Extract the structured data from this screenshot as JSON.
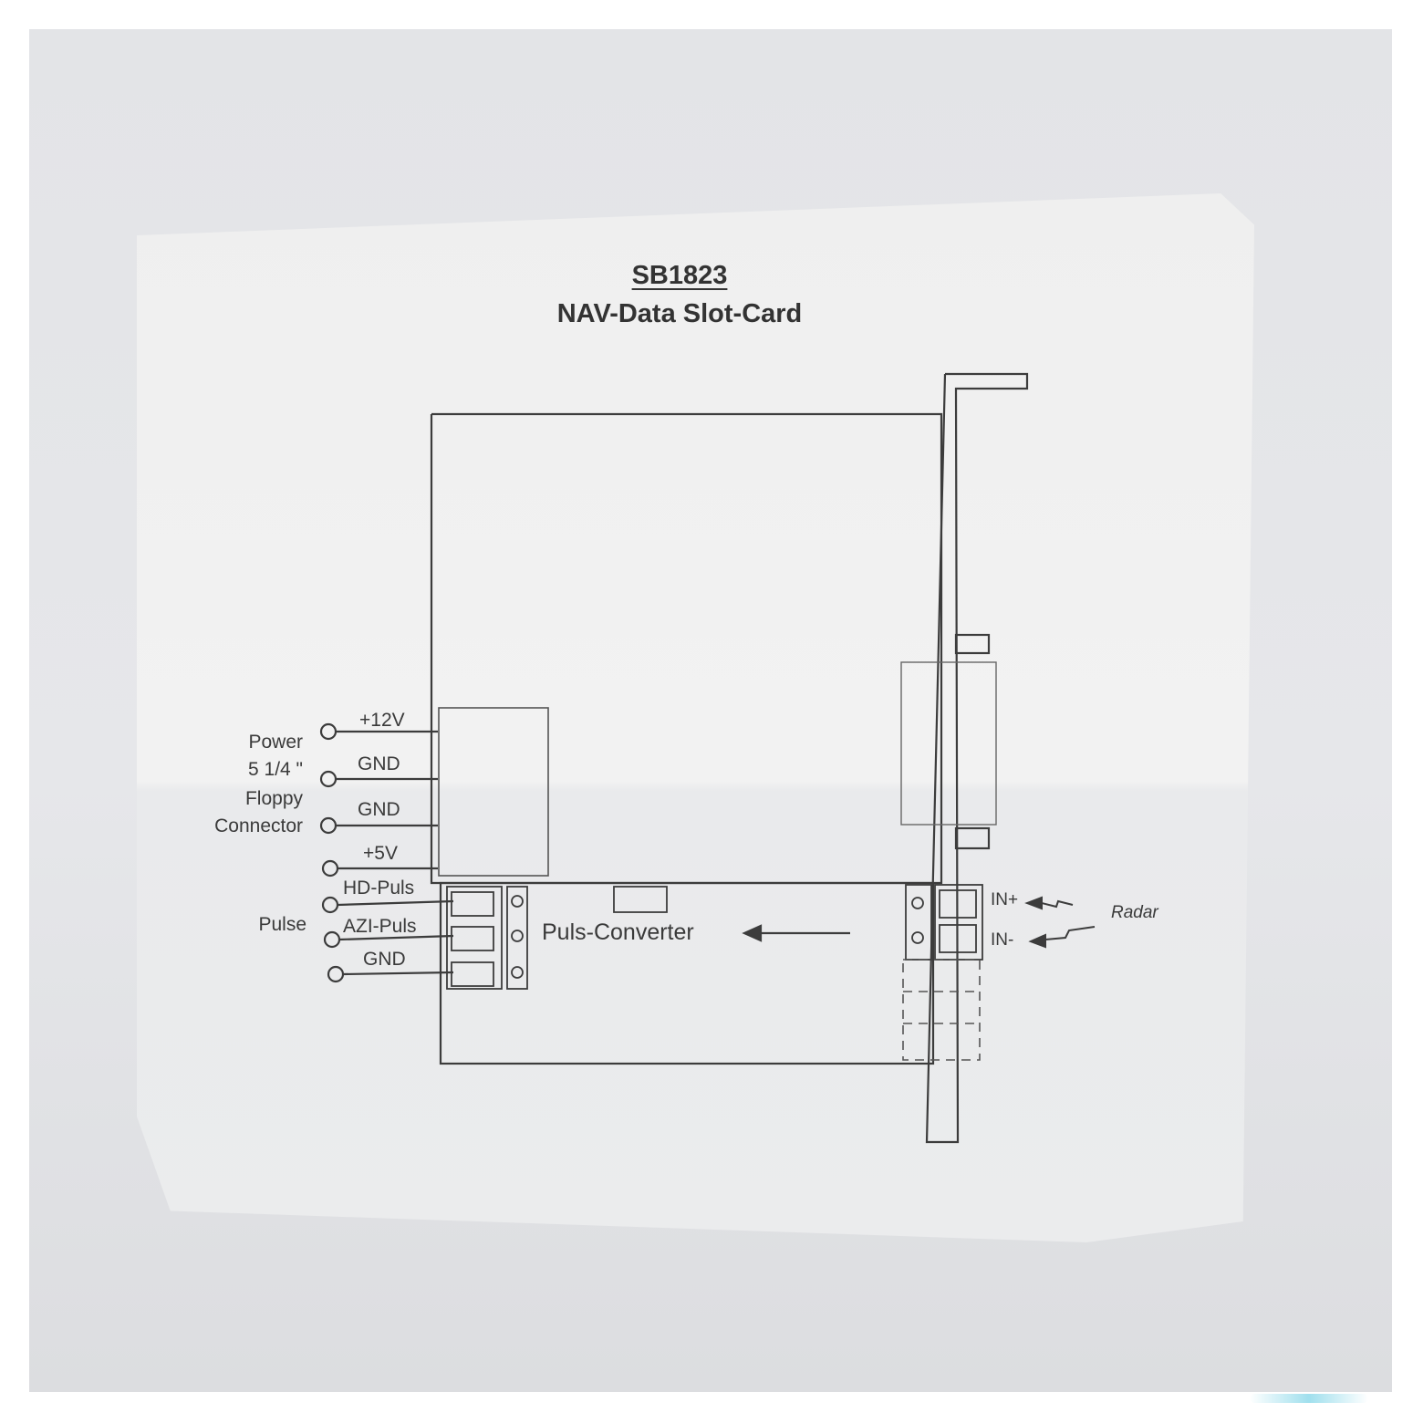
{
  "title": "SB1823",
  "subtitle": "NAV-Data Slot-Card",
  "power_group": [
    "Power",
    "5 1/4 \"",
    "Floppy",
    "Connector"
  ],
  "pulse_group": "Pulse",
  "power_pins": [
    "+12V",
    "GND",
    "GND",
    "+5V"
  ],
  "pulse_pins": [
    "HD-Puls",
    "AZI-Puls",
    "GND"
  ],
  "converter_label": "Puls-Converter",
  "radar_label": "Radar",
  "radar_inputs": [
    "IN+",
    "IN-"
  ]
}
